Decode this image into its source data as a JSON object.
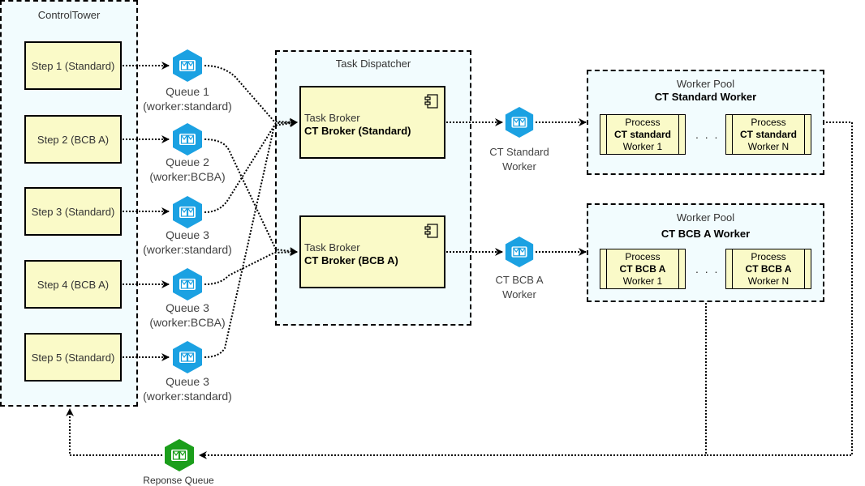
{
  "control_tower": {
    "title": "ControlTower",
    "steps": [
      "Step 1 (Standard)",
      "Step 2 (BCB A)",
      "Step 3 (Standard)",
      "Step 4 (BCB A)",
      "Step 5 (Standard)"
    ]
  },
  "queues": [
    {
      "name": "Queue 1",
      "worker": "(worker:standard)"
    },
    {
      "name": "Queue 2",
      "worker": "(worker:BCBA)"
    },
    {
      "name": "Queue 3",
      "worker": "(worker:standard)"
    },
    {
      "name": "Queue 3",
      "worker": "(worker:BCBA)"
    },
    {
      "name": "Queue 3",
      "worker": "(worker:standard)"
    }
  ],
  "task_dispatcher": {
    "title": "Task Dispatcher",
    "brokers": [
      {
        "type": "Task Broker",
        "name": "CT Broker (Standard)"
      },
      {
        "type": "Task Broker",
        "name": "CT Broker (BCB A)"
      }
    ]
  },
  "worker_queues": [
    {
      "line1": "CT Standard",
      "line2": "Worker"
    },
    {
      "line1": "CT BCB A",
      "line2": "Worker"
    }
  ],
  "worker_pools": [
    {
      "title": "Worker Pool",
      "subtitle": "CT Standard Worker",
      "processes": [
        {
          "l1": "Process",
          "l2": "CT standard",
          "l3": "Worker 1"
        },
        {
          "l1": "Process",
          "l2": "CT standard",
          "l3": "Worker N"
        }
      ],
      "ellipsis": ". . ."
    },
    {
      "title": "Worker Pool",
      "subtitle": "CT BCB A Worker",
      "processes": [
        {
          "l1": "Process",
          "l2": "CT BCB A",
          "l3": "Worker 1"
        },
        {
          "l1": "Process",
          "l2": "CT BCB A",
          "l3": "Worker N"
        }
      ],
      "ellipsis": ". . ."
    }
  ],
  "response_queue": {
    "label": "Reponse Queue"
  },
  "colors": {
    "queue_icon": "#1ba1e2",
    "response_icon": "#1b9e1b",
    "step_fill": "#fafac8",
    "container_fill": "#f2fcfe"
  },
  "icons": {
    "queue": "message-queue-icon",
    "component": "component-icon"
  }
}
